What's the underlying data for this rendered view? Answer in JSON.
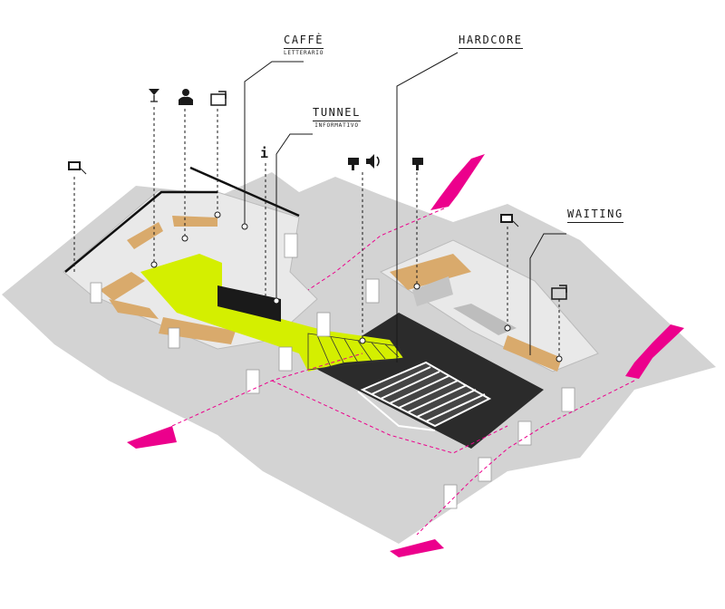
{
  "labels": {
    "caffe": {
      "title": "CAFFÈ",
      "subtitle": "LETTERARIO"
    },
    "tunnel": {
      "title": "TUNNEL",
      "subtitle": "INFORMATIVO"
    },
    "hardcore": {
      "title": "HARDCORE"
    },
    "waiting": {
      "title": "WAITING"
    }
  },
  "icons": {
    "info_glyph": "i"
  },
  "colors": {
    "floor": "#d3d3d3",
    "platform": "#e9e9e9",
    "highlight": "#d4ef00",
    "wood": "#d9aa6c",
    "arrow": "#ec008c",
    "route": "#ec008c",
    "void": "#2b2b2b",
    "line": "#1a1a1a"
  }
}
